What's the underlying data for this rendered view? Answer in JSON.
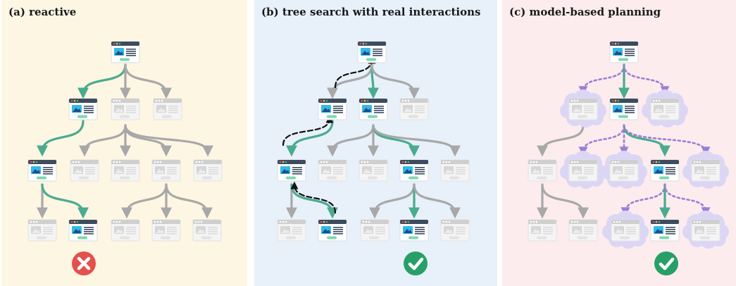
{
  "panels": [
    {
      "title": "(a) reactive",
      "bg": "#fdf6e3",
      "outcome": "failure"
    },
    {
      "title": "(b) tree search with real interactions",
      "bg": "#e8f1f9",
      "outcome": "success"
    },
    {
      "title": "(c) model-based planning",
      "bg": "#fcecee",
      "outcome": "success"
    }
  ],
  "colors": {
    "active_edge": "#4aab8e",
    "inactive_edge": "#a8a8a8",
    "backtrack_edge": "#111111",
    "simulated_edge": "#9b7fd6",
    "cloud": "#dcd6f5",
    "failure": "#e4504d",
    "success": "#27a068"
  },
  "icons": [
    "webpage-icon",
    "image-icon",
    "cloud-icon",
    "cross-icon",
    "check-icon"
  ]
}
